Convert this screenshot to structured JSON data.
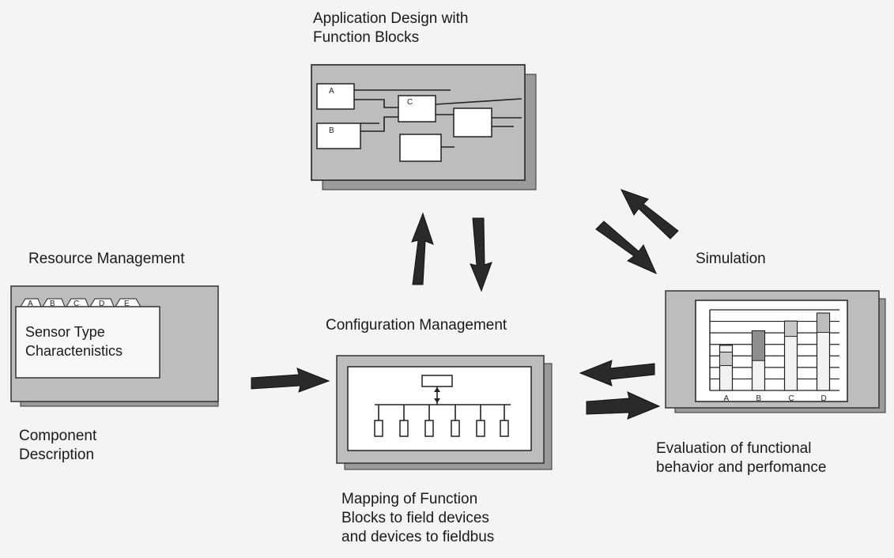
{
  "labels": {
    "app_design": "Application Design with\nFunction Blocks",
    "resource_mgmt": "Resource Management",
    "simulation": "Simulation",
    "config_mgmt": "Configuration Management",
    "component_desc": "Component\nDescription",
    "mapping": "Mapping of Function\nBlocks to field devices\nand devices to fieldbus",
    "evaluation": "Evaluation of functional\nbehavior and perfomance"
  },
  "resource_card": {
    "tabs": [
      "A",
      "B",
      "C",
      "D",
      "E"
    ],
    "text": "Sensor Type\nCharactenistics"
  },
  "function_blocks": [
    "A",
    "B",
    "C"
  ],
  "sim_chart": {
    "categories": [
      "A",
      "B",
      "C",
      "D"
    ],
    "bar_heights": [
      0.56,
      0.74,
      0.86,
      0.96
    ],
    "highlight_fraction": [
      0.3,
      0.5,
      0.22,
      0.25
    ],
    "highlight_fill": [
      "#c8c8c8",
      "#8e8e8e",
      "#c8c8c8",
      "#bdbdbd"
    ]
  },
  "colors": {
    "panel_gray": "#bdbdbd",
    "arrow": "#2a2a2a"
  }
}
